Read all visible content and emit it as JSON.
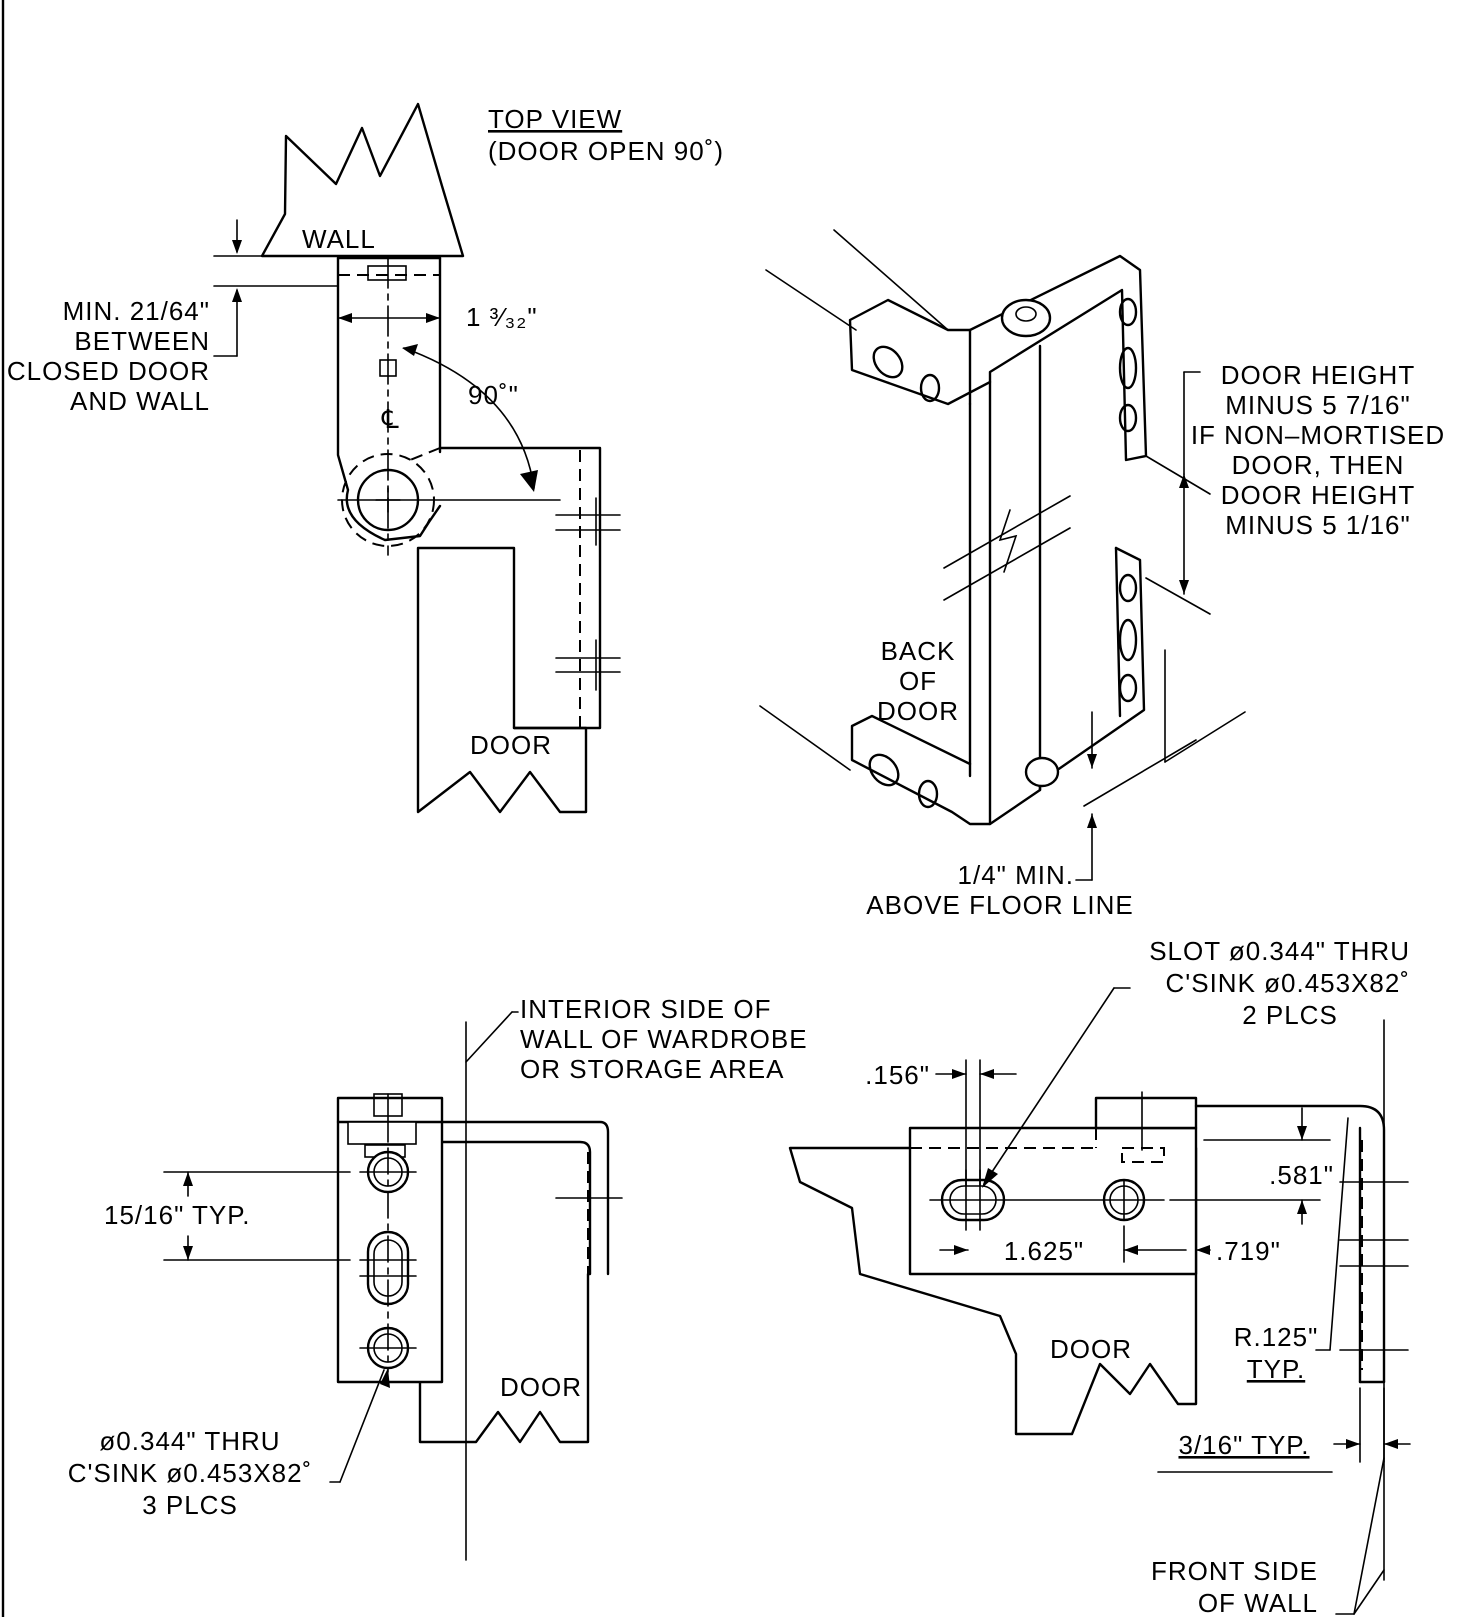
{
  "top_view": {
    "title": "TOP VIEW",
    "subtitle": "(DOOR OPEN 90˚)",
    "wall_label": "WALL",
    "door_label": "DOOR",
    "min_gap_lines": [
      "MIN. 21/64\"",
      "BETWEEN",
      "CLOSED DOOR",
      "AND WALL"
    ],
    "width_dim": "1 ³⁄₃₂\"",
    "angle_label": "90˚\"",
    "centerline_symbol": "℄"
  },
  "iso_view": {
    "height_note_lines": [
      "DOOR HEIGHT",
      "MINUS 5 7/16\"",
      "IF NON–MORTISED",
      "DOOR, THEN",
      "DOOR HEIGHT",
      "MINUS 5 1/16\""
    ],
    "back_of_door_lines": [
      "BACK",
      "OF",
      "DOOR"
    ],
    "floor_note_lines": [
      "1/4\" MIN.",
      "ABOVE FLOOR LINE"
    ]
  },
  "front_view": {
    "wall_note_lines": [
      "INTERIOR SIDE OF",
      "WALL OF WARDROBE",
      "OR STORAGE AREA"
    ],
    "spacing_dim": "15/16\" TYP.",
    "door_label": "DOOR",
    "hole_note_lines": [
      "ø0.344\" THRU",
      "C'SINK ø0.453X82˚",
      "3 PLCS"
    ]
  },
  "side_view": {
    "slot_note_lines": [
      "SLOT ø0.344\" THRU",
      "C'SINK ø0.453X82˚",
      "2 PLCS"
    ],
    "dim_156": ".156\"",
    "dim_581": ".581\"",
    "dim_1625": "1.625\"",
    "dim_719": ".719\"",
    "radius_lines": [
      "R.125\"",
      "TYP."
    ],
    "door_label": "DOOR",
    "thickness_dim": "3/16\" TYP.",
    "front_wall_lines": [
      "FRONT SIDE",
      "OF WALL"
    ]
  }
}
